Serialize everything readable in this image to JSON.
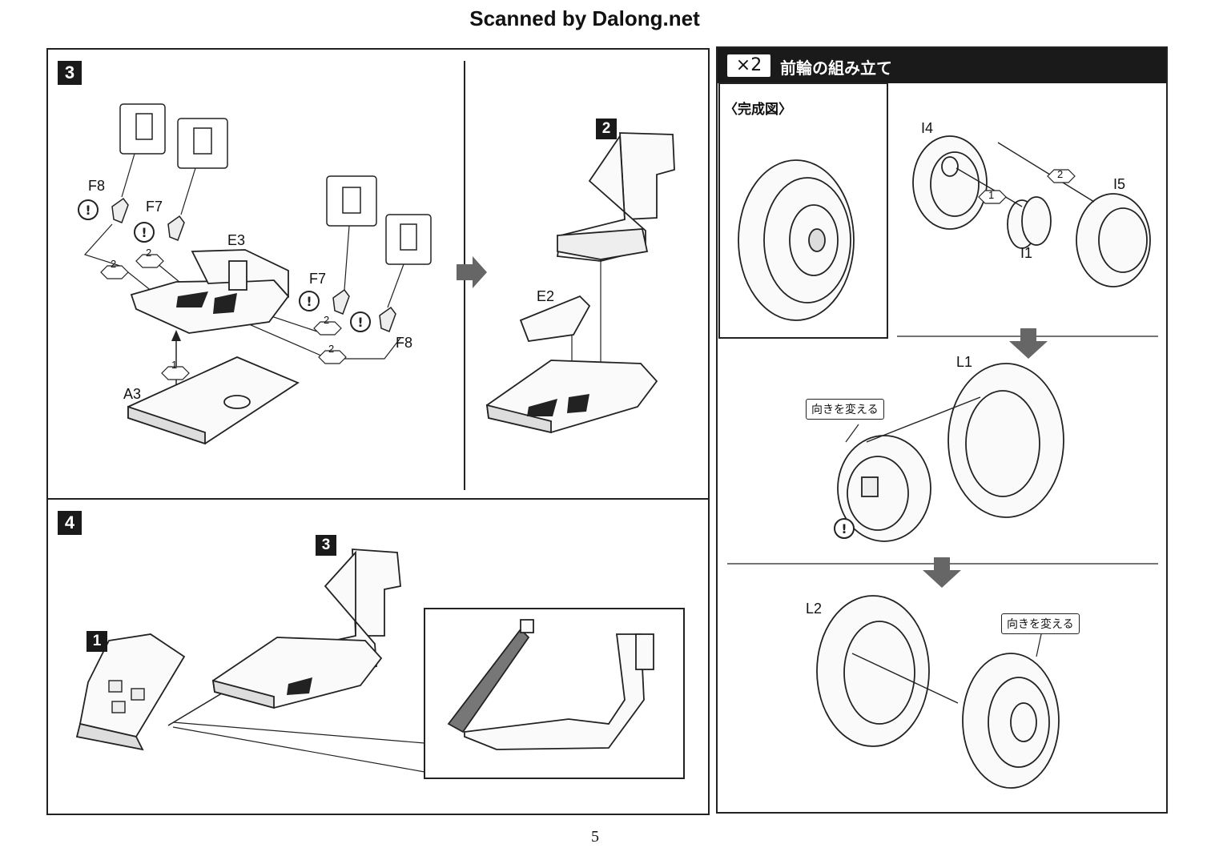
{
  "watermark": "Scanned by Dalong.net",
  "page_number": "5",
  "step3": {
    "number": "3",
    "substep_next": "2",
    "parts": {
      "f8_left": "F8",
      "f7_left": "F7",
      "e3": "E3",
      "f7_right": "F7",
      "f8_right": "F8",
      "a3": "A3",
      "e2": "E2"
    },
    "order_marks": [
      "1",
      "2",
      "2",
      "2",
      "2"
    ]
  },
  "step4": {
    "number": "4",
    "sub_a": "1",
    "sub_b": "3"
  },
  "front_wheel": {
    "multiplier": "×2",
    "title": "前輪の組み立て",
    "completed_label": "〈完成図〉",
    "parts": {
      "i4": "I4",
      "i5": "I5",
      "i1": "I1",
      "l1": "L1",
      "l2": "L2"
    },
    "order_marks": [
      "1",
      "2"
    ],
    "callout_1": "向きを変える",
    "callout_2": "向きを変える"
  }
}
